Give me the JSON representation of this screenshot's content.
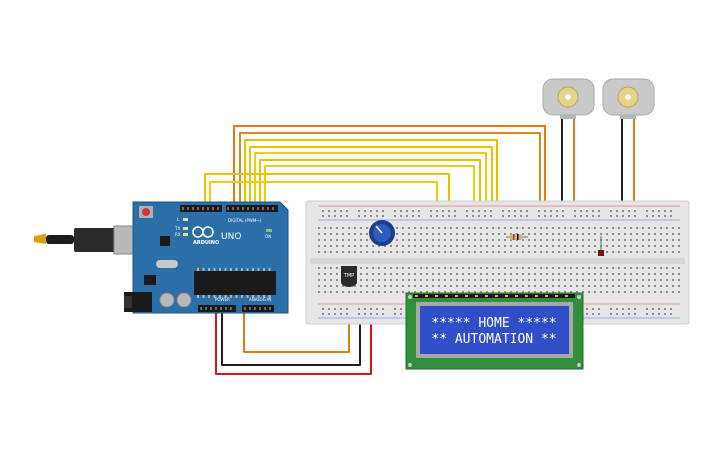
{
  "arduino": {
    "logo_text": "ARDUINO",
    "model": "UNO",
    "digital_label": "DIGITAL (PWM~)",
    "power_label": "POWER",
    "analog_label": "ANALOG IN",
    "on_label": "ON",
    "tx_label": "TX",
    "rx_label": "RX",
    "l_label": "L"
  },
  "lcd": {
    "line1": "***** HOME *****",
    "line2": "** AUTOMATION **"
  },
  "sensor": {
    "label": "TMP"
  },
  "colors": {
    "board": "#2a6fa8",
    "breadboard": "#e6e6e6",
    "lcd_pcb": "#2f8f3a",
    "lcd_screen": "#2f4ec8",
    "wire_orange": "#e07d10",
    "wire_yellow": "#e6c200",
    "wire_red": "#d01818",
    "wire_black": "#202020"
  }
}
